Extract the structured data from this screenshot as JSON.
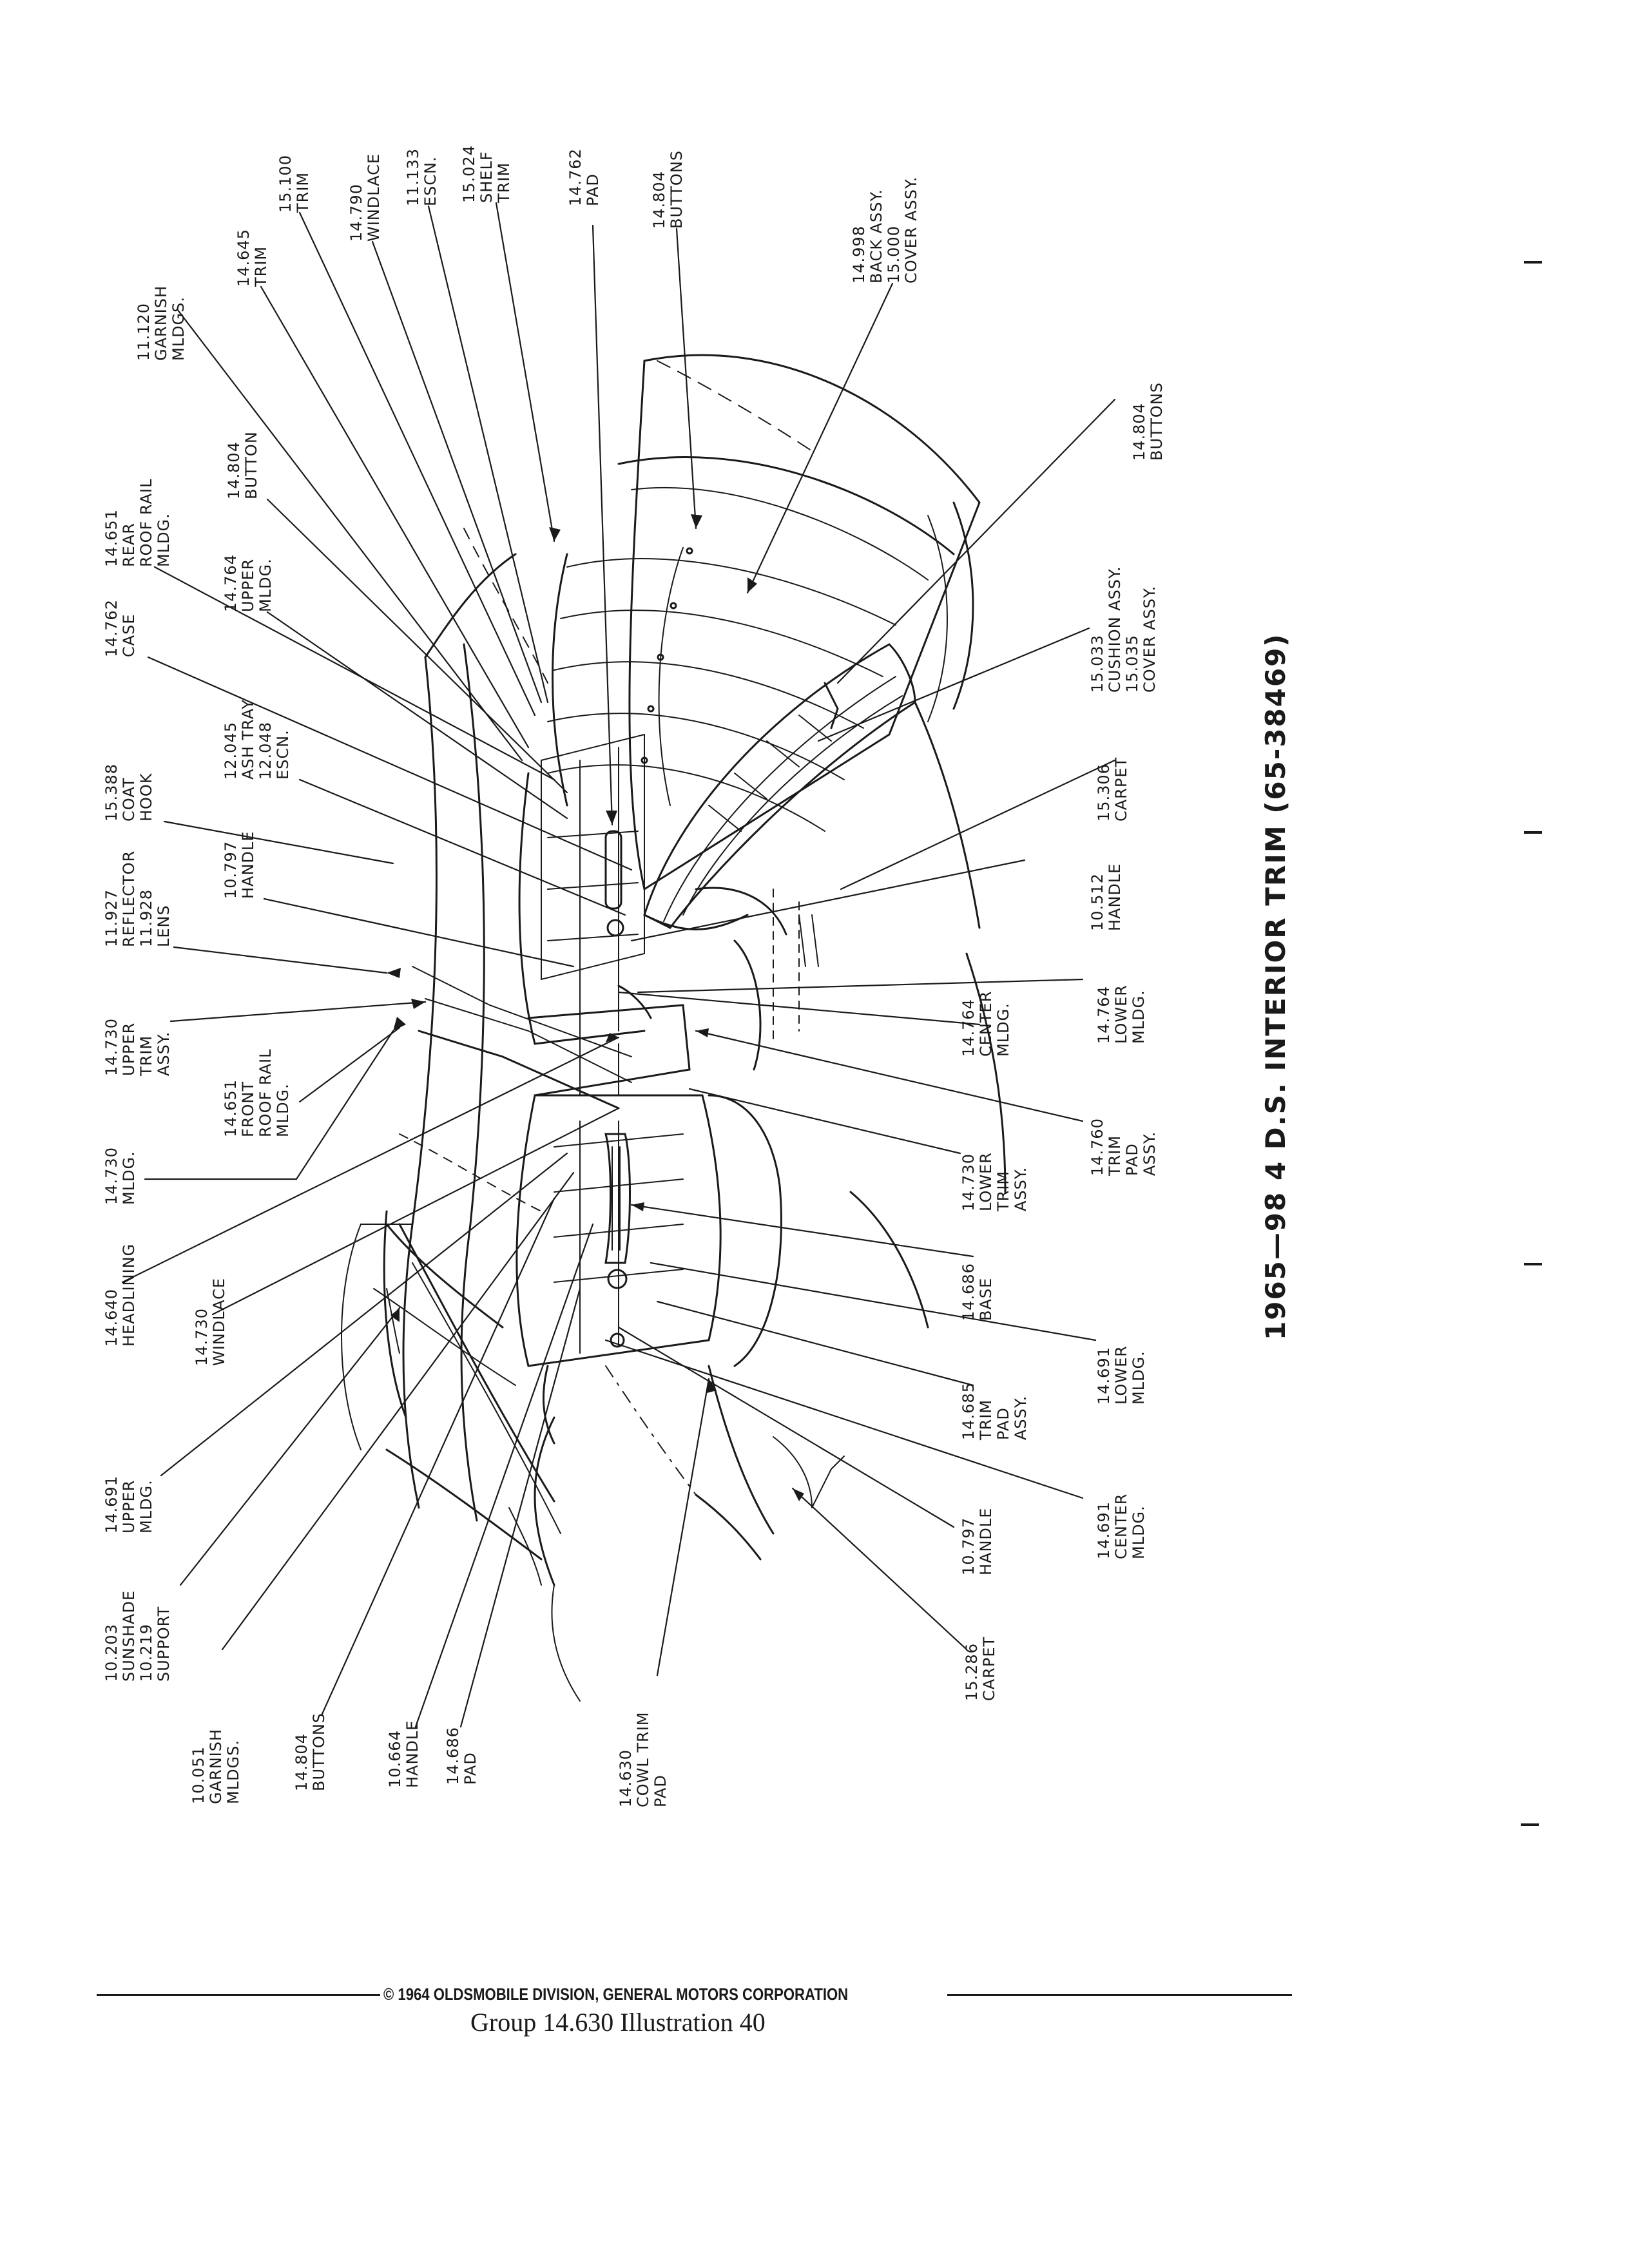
{
  "title": "1965—98 4 D.S. INTERIOR TRIM (65-38469)",
  "footer": {
    "copyright": "© 1964 OLDSMOBILE DIVISION, GENERAL MOTORS CORPORATION",
    "caption": "Group 14.630   Illustration 40"
  },
  "callouts": [
    {
      "lines": [
        "11.120",
        "GARNISH",
        "MLDGS."
      ]
    },
    {
      "lines": [
        "14.645",
        "TRIM"
      ]
    },
    {
      "lines": [
        "15.100",
        "TRIM"
      ]
    },
    {
      "lines": [
        "14.790",
        "WINDLACE"
      ]
    },
    {
      "lines": [
        "11.133",
        "ESCN."
      ]
    },
    {
      "lines": [
        "15.024",
        "SHELF",
        "TRIM"
      ]
    },
    {
      "lines": [
        "14.762",
        "PAD"
      ]
    },
    {
      "lines": [
        "14.804",
        "BUTTONS"
      ]
    },
    {
      "lines": [
        "14.998",
        "BACK ASSY.",
        "15.000",
        "COVER ASSY."
      ]
    },
    {
      "lines": [
        "14.804",
        "BUTTONS"
      ]
    },
    {
      "lines": [
        "14.651",
        "REAR",
        "ROOF RAIL",
        "MLDG."
      ]
    },
    {
      "lines": [
        "14.804",
        "BUTTON"
      ]
    },
    {
      "lines": [
        "14.762",
        "CASE"
      ]
    },
    {
      "lines": [
        "14.764",
        "UPPER",
        "MLDG."
      ]
    },
    {
      "lines": [
        "15.388",
        "COAT",
        "HOOK"
      ]
    },
    {
      "lines": [
        "12.045",
        "ASH TRAY",
        "12.048",
        "ESCN."
      ]
    },
    {
      "lines": [
        "11.927",
        "REFLECTOR",
        "11.928",
        "LENS"
      ]
    },
    {
      "lines": [
        "10.797",
        "HANDLE"
      ]
    },
    {
      "lines": [
        "14.730",
        "UPPER",
        "TRIM",
        "ASSY."
      ]
    },
    {
      "lines": [
        "14.651",
        "FRONT",
        "ROOF RAIL",
        "MLDG."
      ]
    },
    {
      "lines": [
        "14.730",
        "MLDG."
      ]
    },
    {
      "lines": [
        "14.640",
        "HEADLINING"
      ]
    },
    {
      "lines": [
        "14.730",
        "WINDLACE"
      ]
    },
    {
      "lines": [
        "14.691",
        "UPPER",
        "MLDG."
      ]
    },
    {
      "lines": [
        "10.203",
        "SUNSHADE",
        "10.219",
        "SUPPORT"
      ]
    },
    {
      "lines": [
        "10.051",
        "GARNISH",
        "MLDGS."
      ]
    },
    {
      "lines": [
        "14.804",
        "BUTTONS"
      ]
    },
    {
      "lines": [
        "10.664",
        "HANDLE"
      ]
    },
    {
      "lines": [
        "14.686",
        "PAD"
      ]
    },
    {
      "lines": [
        "14.630",
        "COWL TRIM",
        "PAD"
      ]
    },
    {
      "lines": [
        "15.033",
        "CUSHION ASSY.",
        "15.035",
        "COVER ASSY."
      ]
    },
    {
      "lines": [
        "15.306",
        "CARPET"
      ]
    },
    {
      "lines": [
        "10.512",
        "HANDLE"
      ]
    },
    {
      "lines": [
        "14.764",
        "LOWER",
        "MLDG."
      ]
    },
    {
      "lines": [
        "14.764",
        "CENTER",
        "MLDG."
      ]
    },
    {
      "lines": [
        "14.760",
        "TRIM",
        "PAD",
        "ASSY."
      ]
    },
    {
      "lines": [
        "14.730",
        "LOWER",
        "TRIM",
        "ASSY."
      ]
    },
    {
      "lines": [
        "14.686",
        "BASE"
      ]
    },
    {
      "lines": [
        "14.691",
        "LOWER",
        "MLDG."
      ]
    },
    {
      "lines": [
        "14.685",
        "TRIM",
        "PAD",
        "ASSY."
      ]
    },
    {
      "lines": [
        "14.691",
        "CENTER",
        "MLDG."
      ]
    },
    {
      "lines": [
        "10.797",
        "HANDLE"
      ]
    },
    {
      "lines": [
        "15.286",
        "CARPET"
      ]
    }
  ]
}
